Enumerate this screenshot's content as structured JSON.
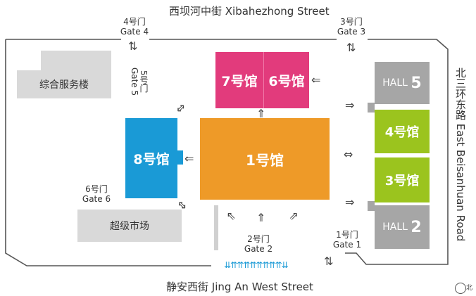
{
  "streets": {
    "north": "西坝河中街 Xibahezhong Street",
    "south": "静安西街 Jing An West Street",
    "east": "北三环东路 East Beisanhuan Road"
  },
  "gates": {
    "gate4": {
      "cn": "4号门",
      "en": "Gate 4"
    },
    "gate3": {
      "cn": "3号门",
      "en": "Gate 3"
    },
    "gate5": {
      "cn": "5号门",
      "en": "Gate 5"
    },
    "gate6": {
      "cn": "6号门",
      "en": "Gate 6"
    },
    "gate2": {
      "cn": "2号门",
      "en": "Gate 2"
    },
    "gate1": {
      "cn": "1号门",
      "en": "Gate 1"
    }
  },
  "buildings": {
    "service": "综合服务楼",
    "supermarket": "超级市场"
  },
  "halls": {
    "h7": "7号馆",
    "h6": "6号馆",
    "h8": "8号馆",
    "h1": "1号馆",
    "h4": "4号馆",
    "h3": "3号馆",
    "h5_prefix": "HALL",
    "h5_num": "5",
    "h2_prefix": "HALL",
    "h2_num": "2"
  },
  "colors": {
    "hall1": "#ee9a28",
    "hall6_7": "#e23b7c",
    "hall8": "#1a9ad6",
    "hall3_4": "#9bc41e",
    "hall2_5": "#a6a6a6",
    "service": "#d9d9d9",
    "entrance_arrows": "#1a9ad6"
  },
  "compass": {
    "label": "北"
  }
}
